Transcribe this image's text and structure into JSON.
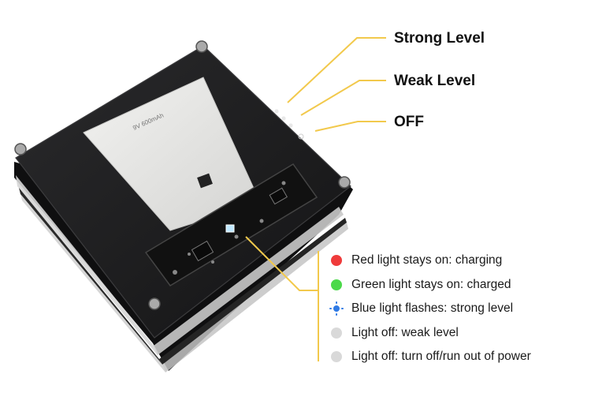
{
  "callouts": {
    "strong": "Strong Level",
    "weak": "Weak Level",
    "off": "OFF"
  },
  "legend": [
    {
      "text": "Red light stays on: charging",
      "color": "#ef3b3b",
      "icon": "red-dot-icon"
    },
    {
      "text": "Green light stays on: charged",
      "color": "#4cd94a",
      "icon": "green-dot-icon"
    },
    {
      "text": "Blue light flashes: strong level",
      "color": "#2f7ae5",
      "icon": "blue-flash-icon"
    },
    {
      "text": "Light off: weak level",
      "color": "#d9d9d9",
      "icon": "grey-dot-icon"
    },
    {
      "text": "Light off: turn off/run out of power",
      "color": "#d9d9d9",
      "icon": "grey-dot-icon"
    }
  ],
  "colors": {
    "callout_line": "#f2c94c",
    "device_body": "#1c1c1e",
    "battery": "#e4e4e2"
  },
  "battery_print": "9V 600mAh"
}
